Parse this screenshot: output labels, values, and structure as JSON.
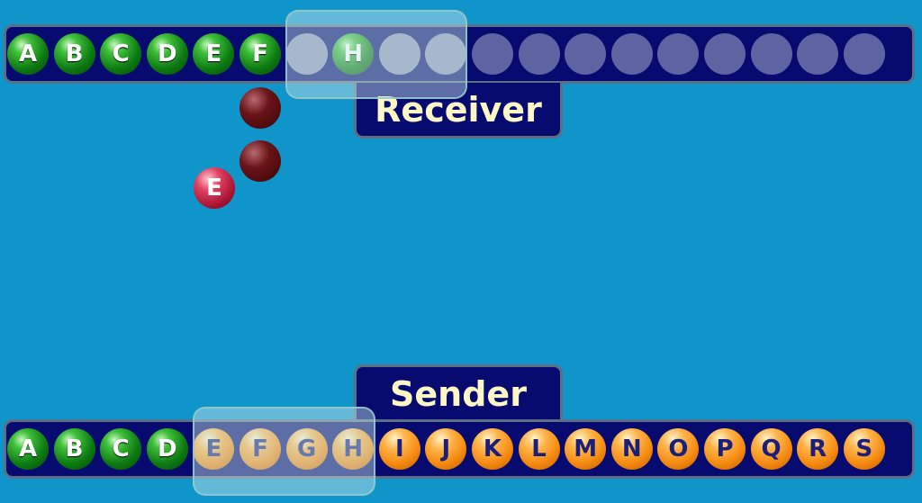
{
  "receiver": {
    "label": "Receiver",
    "slots": [
      "A",
      "B",
      "C",
      "D",
      "E",
      "F",
      "",
      "H",
      "",
      "",
      "",
      "",
      "",
      "",
      "",
      "",
      "",
      "",
      ""
    ]
  },
  "sender": {
    "label": "Sender",
    "slots": [
      "A",
      "B",
      "C",
      "D",
      "E",
      "F",
      "G",
      "H",
      "I",
      "J",
      "K",
      "L",
      "M",
      "N",
      "O",
      "P",
      "Q",
      "R",
      "S"
    ]
  },
  "in_transit": {
    "labeled_packet": "E"
  },
  "colors": {
    "background": "#0f95c9",
    "bar": "#070a6e",
    "label_text": "#fdf7c6",
    "acknowledged": "#0d7a12",
    "sent": "#f58a10",
    "lost_packet": "#6a1418",
    "packet": "#a3122f"
  }
}
